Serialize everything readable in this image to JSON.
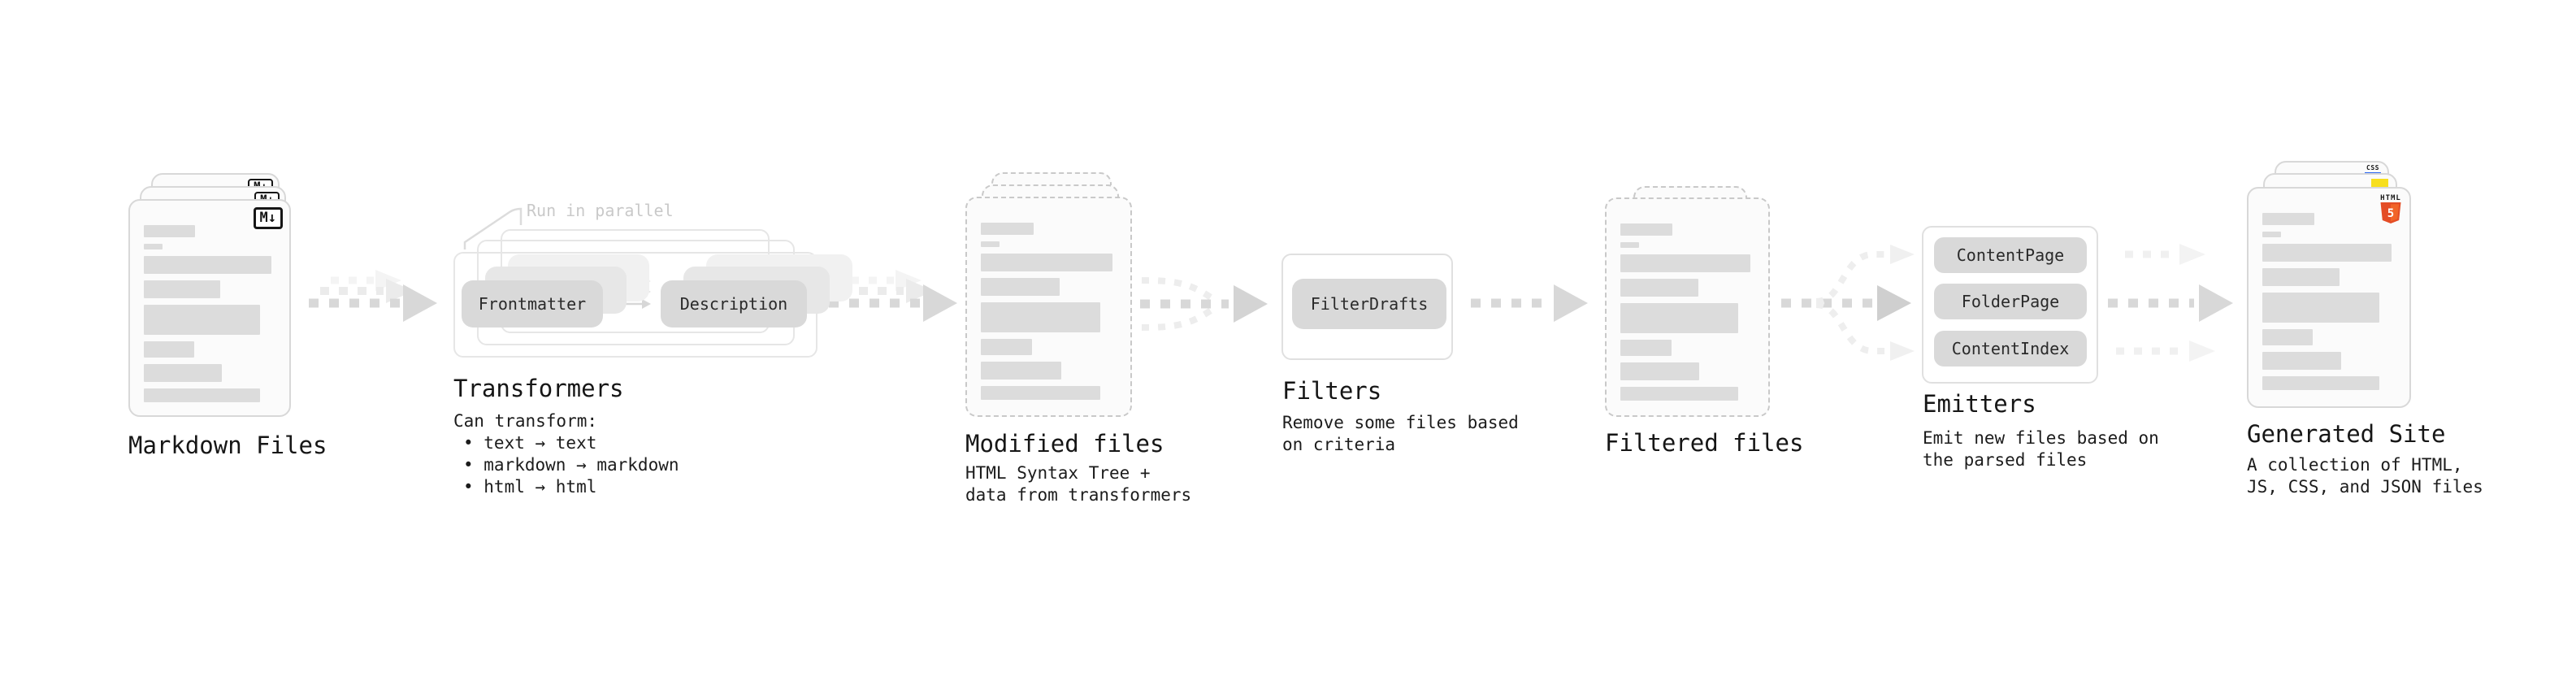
{
  "stages": {
    "markdown": {
      "title": "Markdown Files",
      "badge": "M↓"
    },
    "transformers": {
      "title": "Transformers",
      "annotation": "Run in parallel",
      "chip_frontmatter": "Frontmatter",
      "chip_description": "Description",
      "desc": "Can transform:",
      "bullets": [
        "• text → text",
        "• markdown → markdown",
        "• html → html"
      ]
    },
    "modified": {
      "title": "Modified files",
      "desc_line1": "HTML Syntax Tree +",
      "desc_line2": "data from transformers"
    },
    "filters": {
      "title": "Filters",
      "chip": "FilterDrafts",
      "desc_line1": "Remove some files based",
      "desc_line2": "on criteria"
    },
    "filtered": {
      "title": "Filtered files"
    },
    "emitters": {
      "title": "Emitters",
      "chips": [
        "ContentPage",
        "FolderPage",
        "ContentIndex"
      ],
      "desc_line1": "Emit new files based on",
      "desc_line2": "the parsed files"
    },
    "generated": {
      "title": "Generated Site",
      "desc_line1": "A collection of HTML,",
      "desc_line2": "JS, CSS, and JSON files",
      "badge_html_word": "HTML",
      "badge_html_number": "5",
      "badge_css": "CSS"
    }
  },
  "colors": {
    "card_bg": "#fbfbfb",
    "card_border": "#d8d8d8",
    "dashed_border": "#c9c9c9",
    "placeholder_bar": "#dcdcdc",
    "chip_bg": "#d9d9d9",
    "arrow": "#d8d8d8",
    "arrow_light": "#ededed",
    "annotation": "#c9c9c9",
    "text": "#161616",
    "html5_orange": "#e44d26",
    "html5_orange_light": "#f16529",
    "js_yellow": "#f7df1e",
    "css_blue": "#2965f1"
  }
}
